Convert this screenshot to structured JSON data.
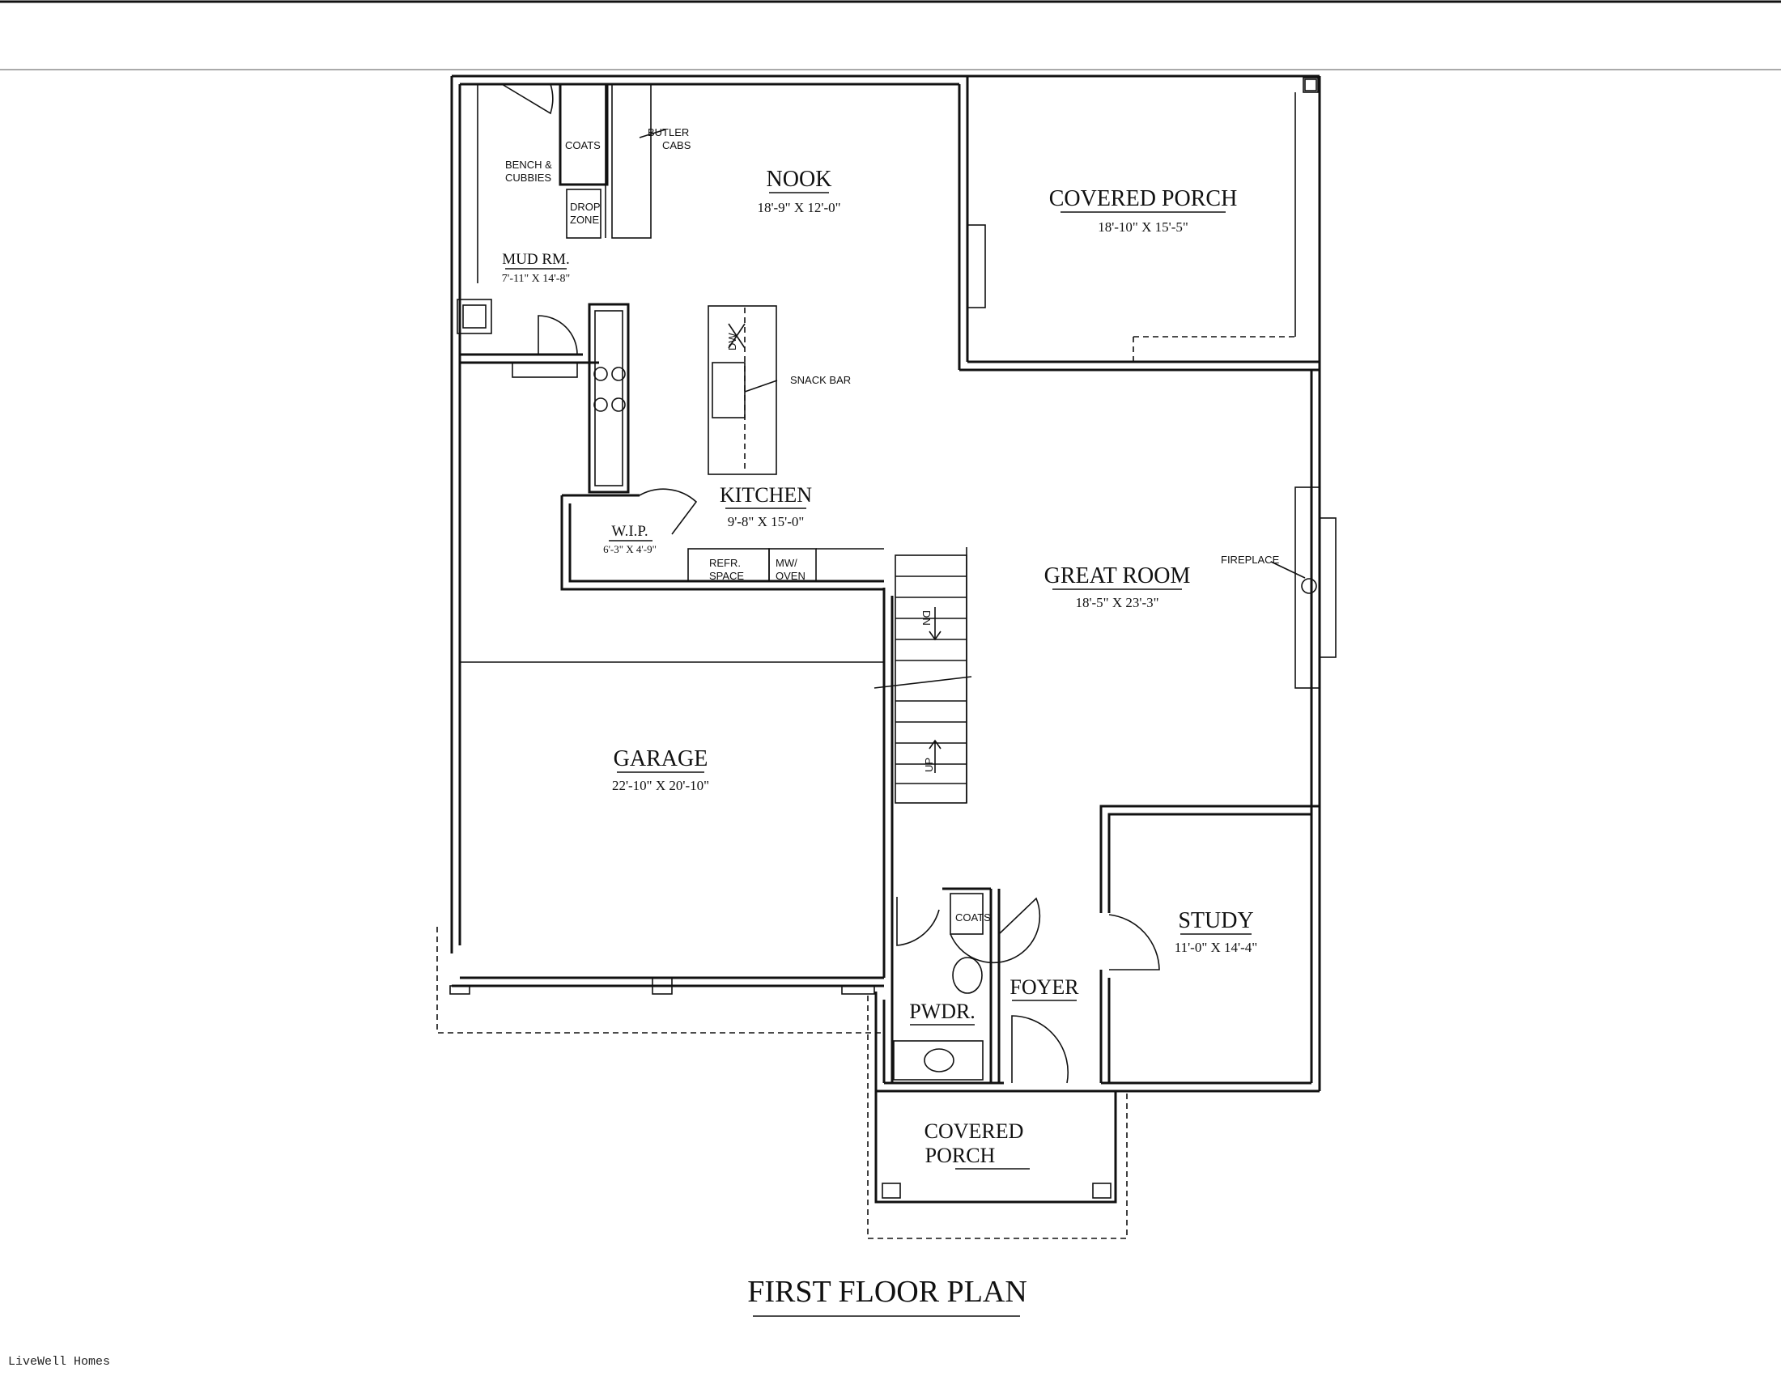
{
  "title": "FIRST FLOOR PLAN",
  "footer": "LiveWell Homes",
  "rooms": {
    "covered_porch_rear": {
      "name": "COVERED PORCH",
      "size": "18'-10\" X 15'-5\""
    },
    "nook": {
      "name": "NOOK",
      "size": "18'-9\" X 12'-0\""
    },
    "mud_room": {
      "name": "MUD RM.",
      "size": "7'-11\" X 14'-8\""
    },
    "kitchen": {
      "name": "KITCHEN",
      "size": "9'-8\" X 15'-0\""
    },
    "wip": {
      "name": "W.I.P.",
      "size": "6'-3\" X 4'-9\""
    },
    "great_room": {
      "name": "GREAT ROOM",
      "size": "18'-5\" X 23'-3\""
    },
    "garage": {
      "name": "GARAGE",
      "size": "22'-10\" X 20'-10\""
    },
    "study": {
      "name": "STUDY",
      "size": "11'-0\" X 14'-4\""
    },
    "foyer": {
      "name": "FOYER"
    },
    "powder": {
      "name": "PWDR."
    },
    "covered_porch_front": {
      "line1": "COVERED",
      "line2": "PORCH"
    }
  },
  "notes": {
    "butler_1": "BUTLER",
    "butler_2": "CABS",
    "bench_1": "BENCH &",
    "bench_2": "CUBBIES",
    "coats_mud": "COATS",
    "drop_1": "DROP",
    "drop_2": "ZONE",
    "snack_bar": "SNACK BAR",
    "dw": "DW",
    "refr_1": "REFR.",
    "refr_2": "SPACE",
    "mw_1": "MW/",
    "mw_2": "OVEN",
    "fireplace": "FIREPLACE",
    "dn": "DN",
    "up": "UP",
    "coats_pwdr": "COATS"
  }
}
